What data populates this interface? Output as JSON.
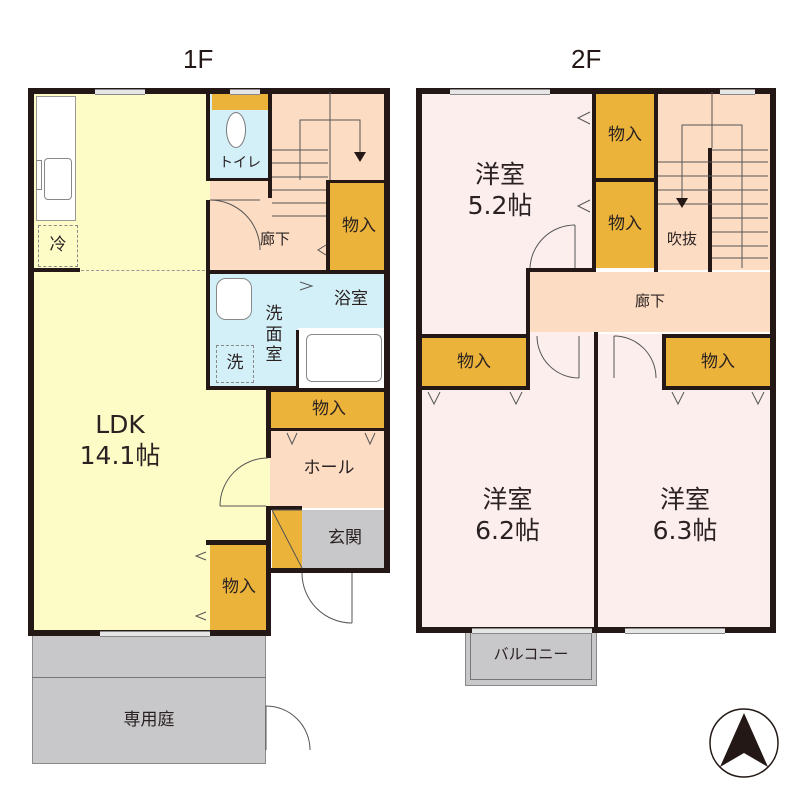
{
  "floors": [
    {
      "label": "1F",
      "rooms": {
        "ldk": {
          "name": "LDK",
          "size": "14.1帖"
        },
        "refrigerator": "冷",
        "toilet": "トイレ",
        "hallway": "廊下",
        "storage_stair": "物入",
        "bath": "浴室",
        "washroom": "洗\n面\n室",
        "washer": "洗",
        "storage_hall": "物入",
        "hall": "ホール",
        "entrance": "玄関",
        "storage_ldk": "物入",
        "garden": "専用庭"
      }
    },
    {
      "label": "2F",
      "rooms": {
        "western_1": {
          "name": "洋室",
          "size": "5.2帖"
        },
        "storage_a": "物入",
        "storage_b": "物入",
        "void": "吹抜",
        "hallway": "廊下",
        "storage_left": "物入",
        "storage_right": "物入",
        "western_2": {
          "name": "洋室",
          "size": "6.2帖"
        },
        "western_3": {
          "name": "洋室",
          "size": "6.3帖"
        },
        "balcony": "バルコニー"
      }
    }
  ],
  "compass": {
    "icon": "north-arrow-icon"
  },
  "colors": {
    "ldk": "#fefcc6",
    "western": "#fdeeee",
    "hallway": "#fddcc4",
    "storage": "#ecb33a",
    "wet": "#d3f0f8",
    "exterior": "#c8c7c9",
    "wall": "#231815"
  }
}
